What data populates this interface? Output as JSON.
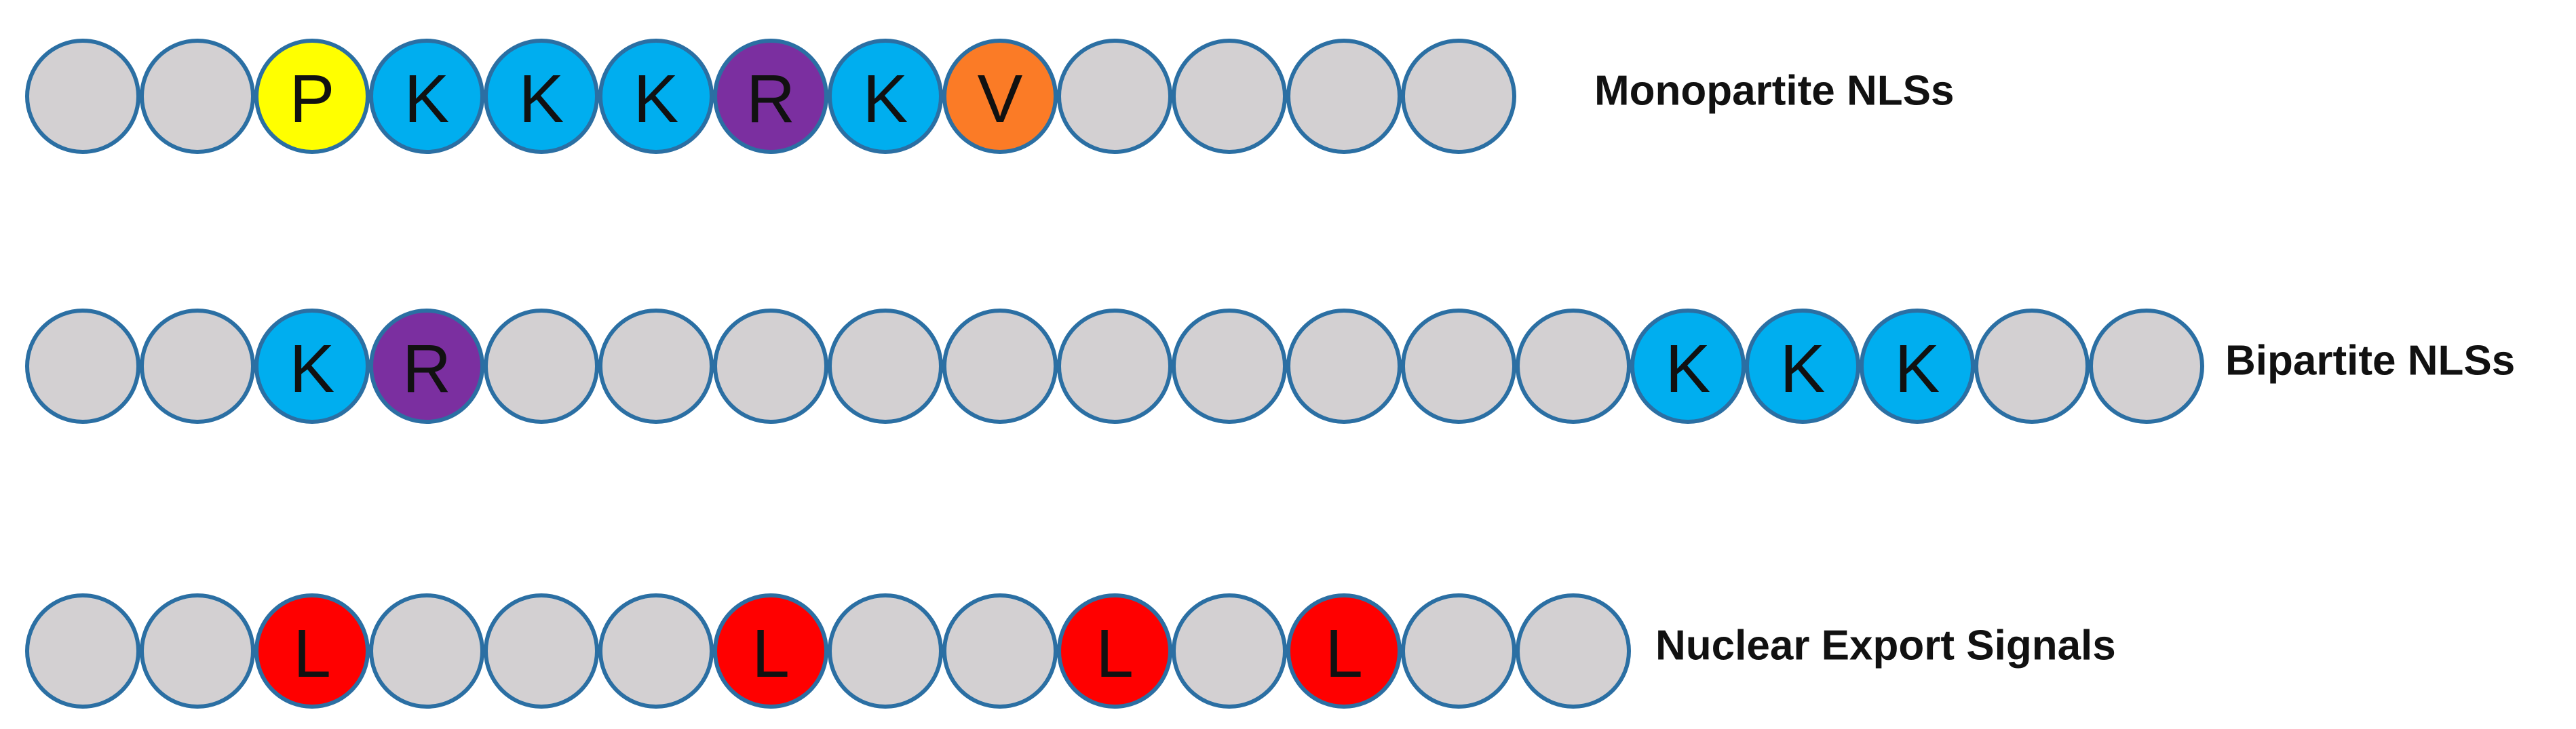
{
  "colors": {
    "blank": "#d3d0d2",
    "P": "#ffff00",
    "K": "#00aeef",
    "R": "#7b2fa0",
    "V": "#fb7b26",
    "L": "#ff0000",
    "outline": "#2b6fa3"
  },
  "rows": [
    {
      "label": "Monopartite NLSs",
      "residues": [
        "",
        "",
        "P",
        "K",
        "K",
        "K",
        "R",
        "K",
        "V",
        "",
        "",
        "",
        ""
      ]
    },
    {
      "label": "Bipartite NLSs",
      "residues": [
        "",
        "",
        "K",
        "R",
        "",
        "",
        "",
        "",
        "",
        "",
        "",
        "",
        "",
        "",
        "K",
        "K",
        "K",
        "",
        ""
      ]
    },
    {
      "label": "Nuclear Export Signals",
      "residues": [
        "",
        "",
        "L",
        "",
        "",
        "",
        "L",
        "",
        "",
        "L",
        "",
        "L",
        "",
        ""
      ]
    }
  ]
}
